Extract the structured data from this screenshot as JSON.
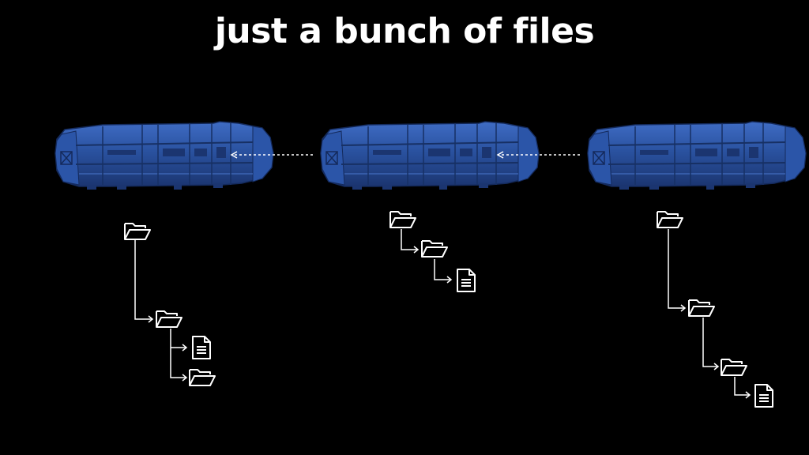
{
  "slide": {
    "title": "just a bunch of files"
  },
  "colors": {
    "background": "#000000",
    "container_fill": "#2a52a0",
    "container_dark": "#1b3570",
    "container_light": "#3f6cc4",
    "line": "#ffffff"
  },
  "icons": {
    "container": "storage-container-icon",
    "folder": "folder-open-icon",
    "file": "document-file-icon"
  },
  "diagram": {
    "containers": 3,
    "arrows": [
      {
        "from": "container-2",
        "to": "container-1",
        "style": "dashed"
      },
      {
        "from": "container-3",
        "to": "container-2",
        "style": "dashed"
      }
    ],
    "trees": [
      {
        "container": "container-1",
        "root": {
          "type": "folder",
          "children": [
            {
              "type": "folder",
              "children": [
                {
                  "type": "file"
                },
                {
                  "type": "folder"
                }
              ]
            }
          ]
        }
      },
      {
        "container": "container-2",
        "root": {
          "type": "folder",
          "children": [
            {
              "type": "folder",
              "children": [
                {
                  "type": "file"
                }
              ]
            }
          ]
        }
      },
      {
        "container": "container-3",
        "root": {
          "type": "folder",
          "children": [
            {
              "type": "folder",
              "children": [
                {
                  "type": "folder",
                  "children": [
                    {
                      "type": "file"
                    }
                  ]
                }
              ]
            }
          ]
        }
      }
    ]
  }
}
